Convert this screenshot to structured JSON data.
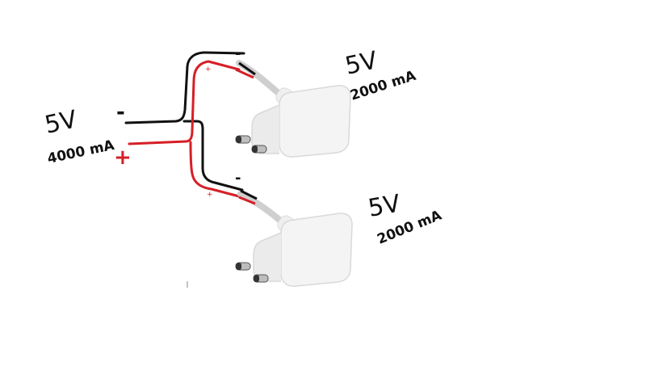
{
  "source": {
    "voltage": "5V",
    "current": "4000 mA",
    "negative_sign": "-",
    "positive_sign": "+"
  },
  "adapters": [
    {
      "voltage": "5V",
      "current": "2000 mA",
      "negative_sign": "-",
      "positive_sign": "+"
    },
    {
      "voltage": "5V",
      "current": "2000 mA",
      "negative_sign": "-",
      "positive_sign": "+"
    }
  ],
  "colors": {
    "negative_wire": "#111111",
    "positive_wire": "#d61f26",
    "plus_sign": "#d61f26",
    "adapter_body": "#f4f4f4",
    "adapter_outline": "#d9d9d9"
  },
  "icons": {
    "adapter": "usb-wall-charger-icon",
    "plug_pins": "eu-plug-pins-icon"
  }
}
